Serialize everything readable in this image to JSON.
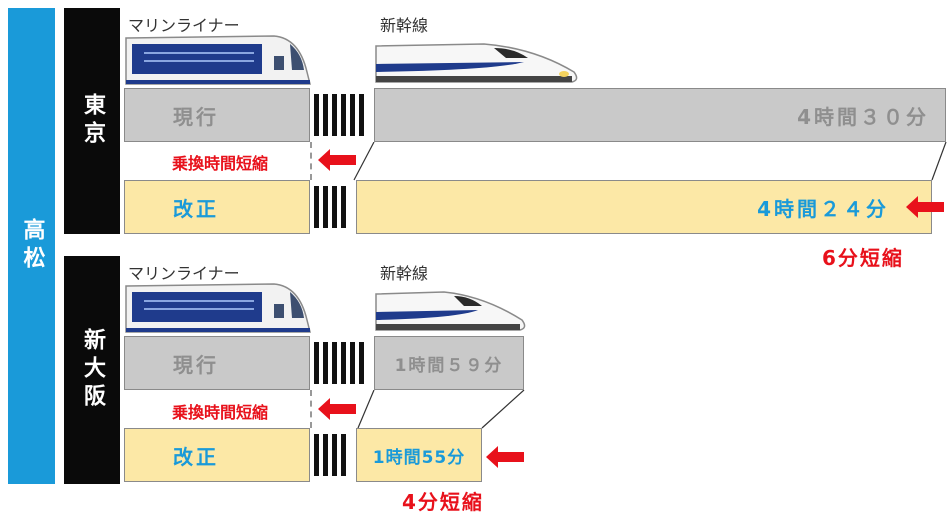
{
  "origin": "高松",
  "sections": [
    {
      "destination": "東京",
      "labels": {
        "train_a": "マリンライナー",
        "train_b": "新幹線"
      },
      "current": {
        "label": "現行",
        "time": "4時間３０分"
      },
      "revised": {
        "label": "改正",
        "time": "4時間２４分"
      },
      "transfer_note": "乗換時間短縮",
      "saving": "6分短縮"
    },
    {
      "destination": "新大阪",
      "labels": {
        "train_a": "マリンライナー",
        "train_b": "新幹線"
      },
      "current": {
        "label": "現行",
        "time": "1時間５９分"
      },
      "revised": {
        "label": "改正",
        "time": "1時間55分"
      },
      "transfer_note": "乗換時間短縮",
      "saving": "4分短縮"
    }
  ],
  "colors": {
    "origin_bg": "#1a9ad9",
    "current_bg": "#c9c9c9",
    "revised_bg": "#fce8a6",
    "accent_red": "#e8111b"
  }
}
